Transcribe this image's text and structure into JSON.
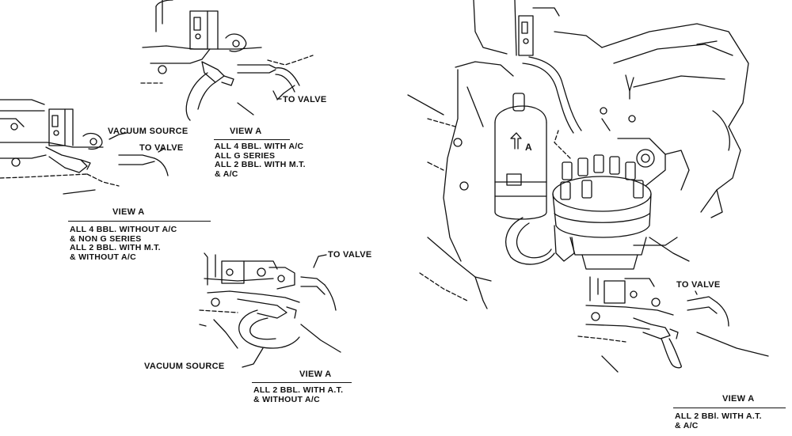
{
  "labels": {
    "to_valve_top": "TO VALVE",
    "vacuum_source_left": "VACUUM SOURCE",
    "to_valve_left": "TO VALVE",
    "to_valve_center": "TO VALVE",
    "vacuum_source_center": "VACUUM SOURCE",
    "to_valve_right": "TO VALVE",
    "coil_label": "A"
  },
  "views": [
    {
      "title": "VIEW A",
      "lines": [
        "ALL 4 BBL. WITH A/C",
        "ALL G SERIES",
        "ALL 2 BBL. WITH M.T.",
        "& A/C"
      ]
    },
    {
      "title": "VIEW A",
      "lines": [
        "ALL 4 BBL. WITHOUT A/C",
        "& NON G SERIES",
        "ALL 2 BBL. WITH M.T.",
        "& WITHOUT A/C"
      ]
    },
    {
      "title": "VIEW A",
      "lines": [
        "ALL 2 BBL. WITH A.T.",
        "& WITHOUT A/C"
      ]
    },
    {
      "title": "VIEW A",
      "lines": [
        "ALL 2 BBl. WITH A.T.",
        "& A/C"
      ]
    }
  ]
}
